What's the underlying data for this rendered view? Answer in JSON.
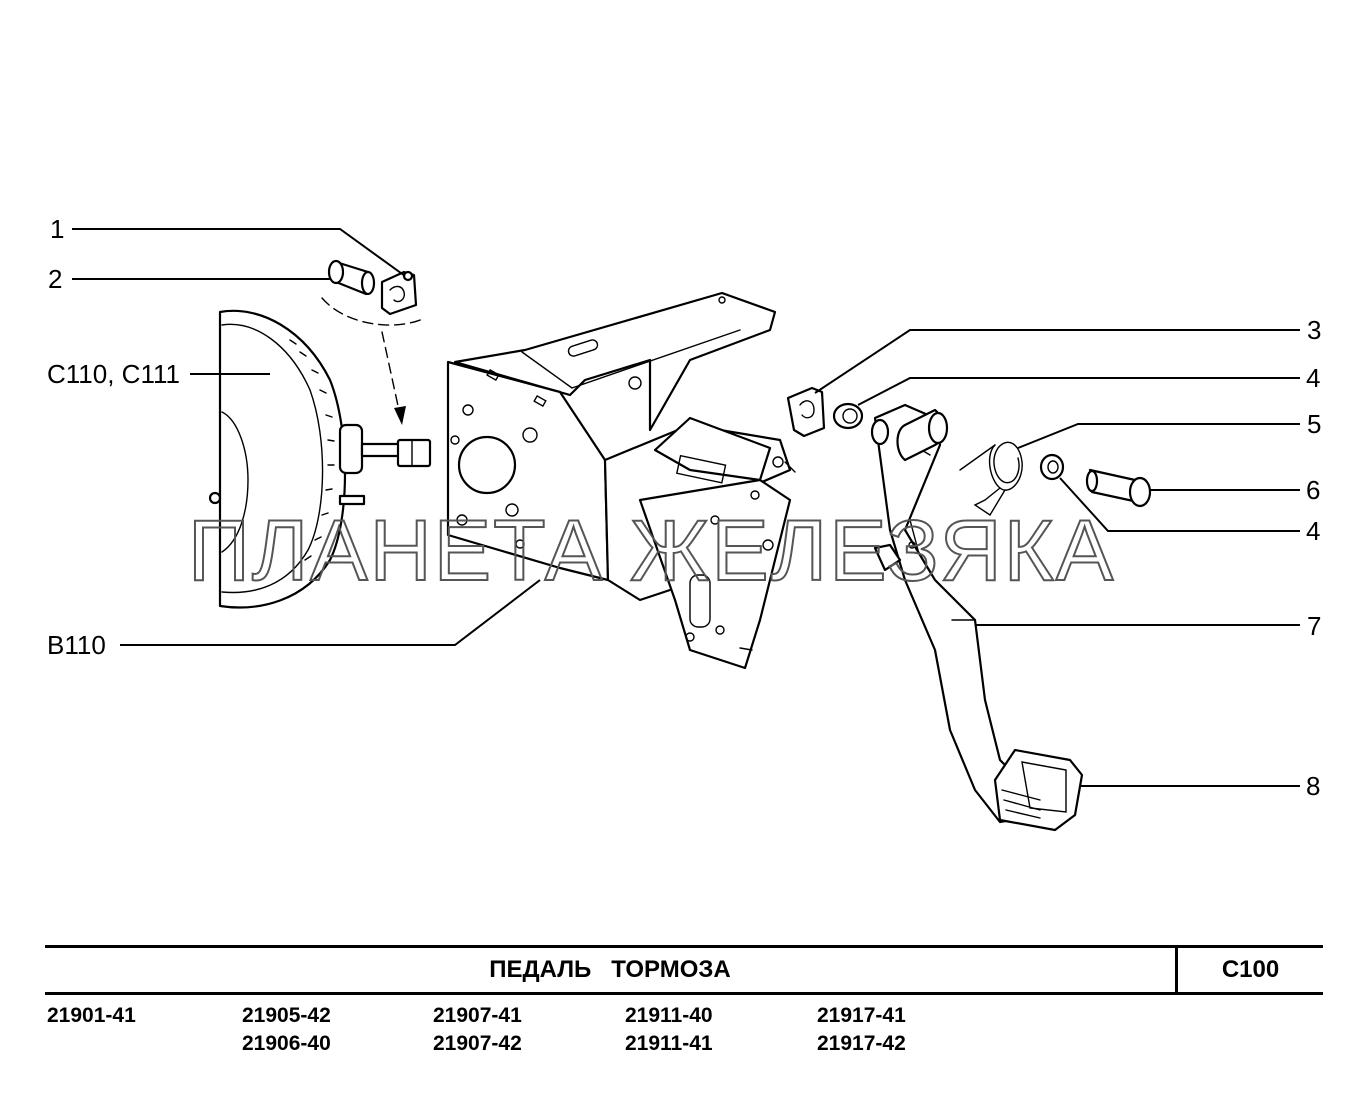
{
  "watermark": "ПЛАНЕТА ЖЕЛЕЗЯКА",
  "callouts": {
    "c1": "1",
    "c2": "2",
    "c3": "3",
    "c4a": "4",
    "c5": "5",
    "c6": "6",
    "c4b": "4",
    "c7": "7",
    "c8": "8",
    "booster": "C110, C111",
    "bracket": "B110"
  },
  "title_block": {
    "title": "ПЕДАЛЬ   ТОРМОЗА",
    "code": "C100"
  },
  "models": [
    [
      "21901-41"
    ],
    [
      "21905-42",
      "21906-40"
    ],
    [
      "21907-41",
      "21907-42"
    ],
    [
      "21911-40",
      "21911-41"
    ],
    [
      "21917-41",
      "21917-42"
    ]
  ]
}
